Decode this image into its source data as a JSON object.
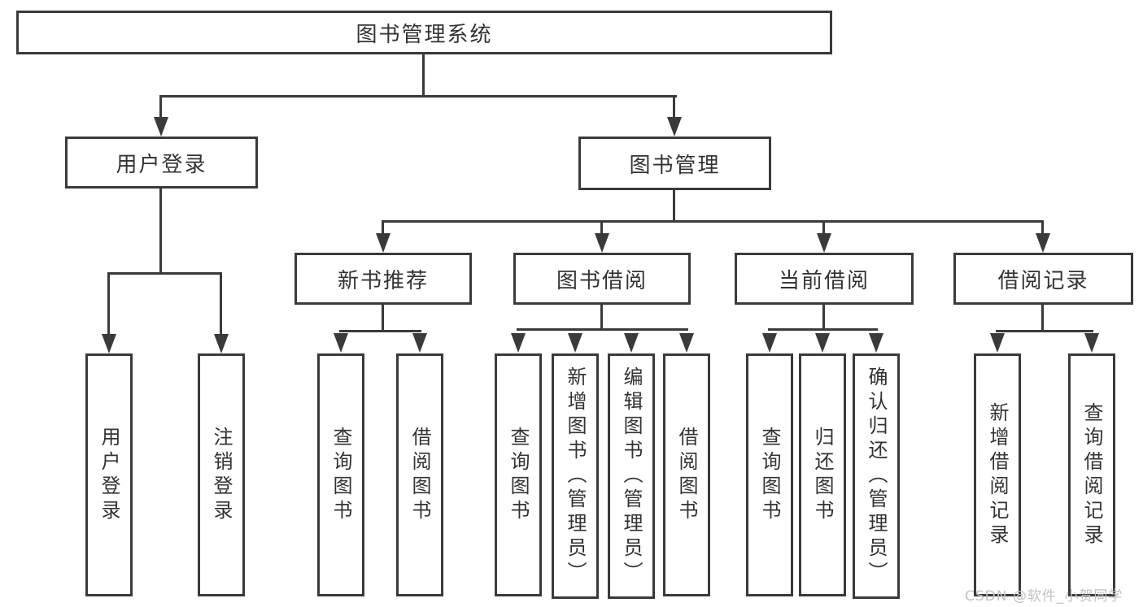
{
  "tree": {
    "label": "图书管理系统",
    "children": [
      {
        "label": "用户登录",
        "children": [
          {
            "label": "用户登录"
          },
          {
            "label": "注销登录"
          }
        ]
      },
      {
        "label": "图书管理",
        "children": [
          {
            "label": "新书推荐",
            "children": [
              {
                "label": "查询图书"
              },
              {
                "label": "借阅图书"
              }
            ]
          },
          {
            "label": "图书借阅",
            "children": [
              {
                "label": "查询图书"
              },
              {
                "label": "新增图书（管理员）"
              },
              {
                "label": "编辑图书（管理员）"
              },
              {
                "label": "借阅图书"
              }
            ]
          },
          {
            "label": "当前借阅",
            "children": [
              {
                "label": "查询图书"
              },
              {
                "label": "归还图书"
              },
              {
                "label": "确认归还（管理员）"
              }
            ]
          },
          {
            "label": "借阅记录",
            "children": [
              {
                "label": "新增借阅记录"
              },
              {
                "label": "查询借阅记录"
              }
            ]
          }
        ]
      }
    ]
  },
  "watermark": {
    "text": "CSDN @软件_小贺同学"
  },
  "colors": {
    "line": "#3a3a3a",
    "text": "#333333",
    "watermark": "#c2c2c2",
    "background": "#ffffff"
  }
}
